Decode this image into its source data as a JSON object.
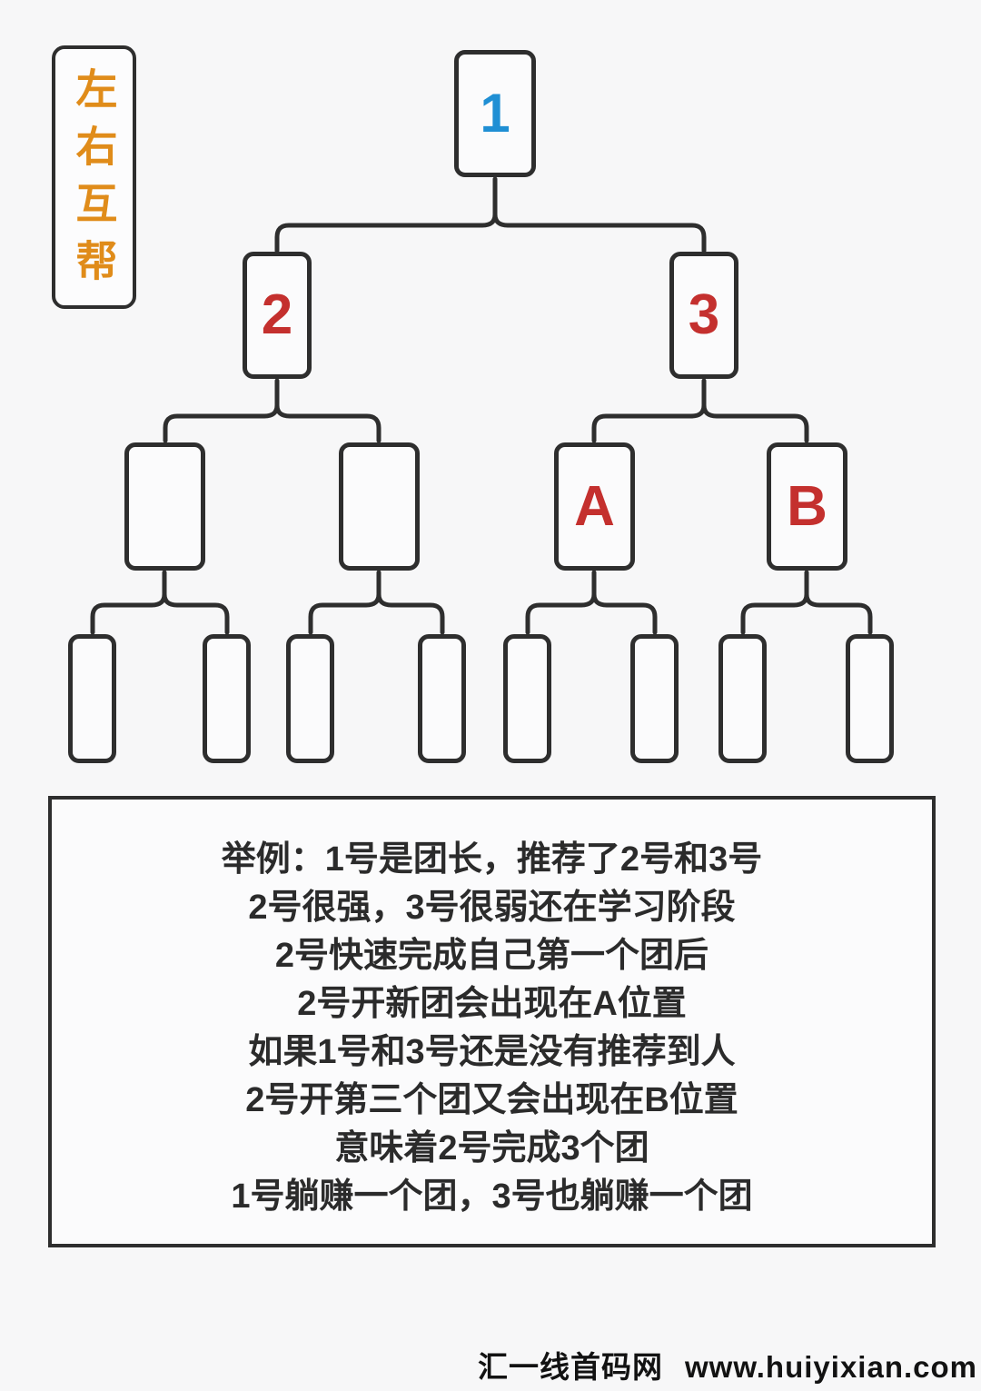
{
  "colors": {
    "line_dark": "#2e2e2e",
    "badge_orange": "#e08c1a",
    "node1_blue": "#1f8fd4",
    "node_red": "#c4302e",
    "text_dark": "#2b2b2b",
    "watermark_black": "#121212",
    "page_bg": "#f7f7f8"
  },
  "badge": {
    "text": "左右互帮"
  },
  "tree": {
    "node1": {
      "label": "1"
    },
    "node2": {
      "label": "2"
    },
    "node3": {
      "label": "3"
    },
    "nodeA": {
      "label": "A"
    },
    "nodeB": {
      "label": "B"
    }
  },
  "example_box": {
    "lines": [
      "举例：1号是团长，推荐了2号和3号",
      "2号很强，3号很弱还在学习阶段",
      "2号快速完成自己第一个团后",
      "2号开新团会出现在A位置",
      "如果1号和3号还是没有推荐到人",
      "2号开第三个团又会出现在B位置",
      "意味着2号完成3个团",
      "1号躺赚一个团，3号也躺赚一个团"
    ]
  },
  "watermark": {
    "site": "汇一线首码网",
    "url": "www.huiyixian.com"
  }
}
